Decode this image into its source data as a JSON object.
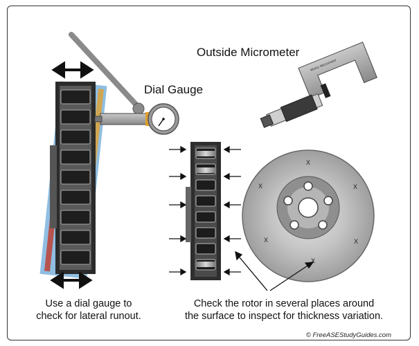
{
  "labels": {
    "outside_micrometer": "Outside Micrometer",
    "dial_gauge": "Dial Gauge",
    "micrometer_brand": "Metric Micrometer"
  },
  "captions": {
    "left_line1": "Use a dial gauge to",
    "left_line2": "check for lateral runout.",
    "right_line1": "Check the rotor in several places around",
    "right_line2": "the surface to inspect for thickness variation."
  },
  "credit": "© FreeASEStudyGuides.com",
  "rotor_marks": [
    "X",
    "X",
    "X",
    "X",
    "X",
    "X"
  ],
  "colors": {
    "rotor_face": "#b9b9b9",
    "rotor_hub": "#8f8f8f",
    "rotor_edge_dark": "#333333",
    "micrometer_body": "#a5a5a5",
    "accent_blue": "#6aa8d8",
    "accent_red": "#c0392b"
  }
}
